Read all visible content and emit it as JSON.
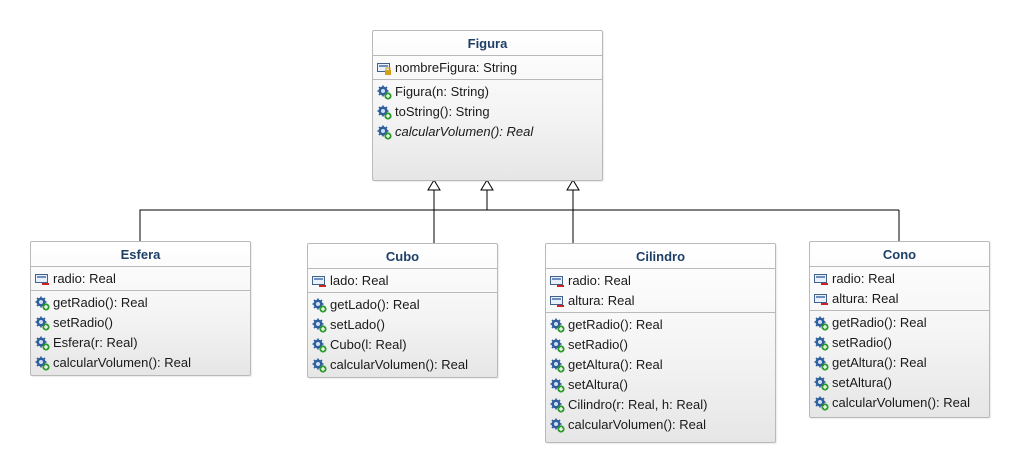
{
  "diagram": {
    "classes": [
      {
        "id": "figura",
        "name": "Figura",
        "attributes": [
          {
            "text": "nombreFigura: String",
            "visibility": "protected"
          }
        ],
        "operations": [
          {
            "text": "Figura(n: String)",
            "abstract": false
          },
          {
            "text": "toString(): String",
            "abstract": false
          },
          {
            "text": "calcularVolumen(): Real",
            "abstract": true
          }
        ]
      },
      {
        "id": "esfera",
        "name": "Esfera",
        "attributes": [
          {
            "text": "radio: Real",
            "visibility": "private"
          }
        ],
        "operations": [
          {
            "text": "getRadio(): Real",
            "abstract": false
          },
          {
            "text": "setRadio()",
            "abstract": false
          },
          {
            "text": "Esfera(r: Real)",
            "abstract": false
          },
          {
            "text": "calcularVolumen(): Real",
            "abstract": false
          }
        ]
      },
      {
        "id": "cubo",
        "name": "Cubo",
        "attributes": [
          {
            "text": "lado: Real",
            "visibility": "private"
          }
        ],
        "operations": [
          {
            "text": "getLado(): Real",
            "abstract": false
          },
          {
            "text": "setLado()",
            "abstract": false
          },
          {
            "text": "Cubo(l: Real)",
            "abstract": false
          },
          {
            "text": "calcularVolumen(): Real",
            "abstract": false
          }
        ]
      },
      {
        "id": "cilindro",
        "name": "Cilindro",
        "attributes": [
          {
            "text": "radio: Real",
            "visibility": "private"
          },
          {
            "text": "altura: Real",
            "visibility": "private"
          }
        ],
        "operations": [
          {
            "text": "getRadio(): Real",
            "abstract": false
          },
          {
            "text": "setRadio()",
            "abstract": false
          },
          {
            "text": "getAltura(): Real",
            "abstract": false
          },
          {
            "text": "setAltura()",
            "abstract": false
          },
          {
            "text": "Cilindro(r: Real, h: Real)",
            "abstract": false
          },
          {
            "text": "calcularVolumen(): Real",
            "abstract": false
          }
        ]
      },
      {
        "id": "cono",
        "name": "Cono",
        "attributes": [
          {
            "text": "radio: Real",
            "visibility": "private"
          },
          {
            "text": "altura: Real",
            "visibility": "private"
          }
        ],
        "operations": [
          {
            "text": "getRadio(): Real",
            "abstract": false
          },
          {
            "text": "setRadio()",
            "abstract": false
          },
          {
            "text": "getAltura(): Real",
            "abstract": false
          },
          {
            "text": "setAltura()",
            "abstract": false
          },
          {
            "text": "calcularVolumen(): Real",
            "abstract": false
          }
        ]
      }
    ],
    "generalizations": [
      {
        "from": "esfera",
        "to": "figura"
      },
      {
        "from": "cubo",
        "to": "figura"
      },
      {
        "from": "cilindro",
        "to": "figura"
      },
      {
        "from": "cono",
        "to": "figura"
      }
    ],
    "colors": {
      "class_name": "#1e3f66",
      "border": "#b9b9b9",
      "line": "#000000",
      "private_marker": "#cc2222",
      "protected_marker": "#d4a017",
      "operation_icon": "#2f5f9a",
      "public_marker": "#2e9a2e"
    },
    "icon_names": {
      "attribute": "attribute-icon",
      "operation": "operation-icon"
    }
  }
}
